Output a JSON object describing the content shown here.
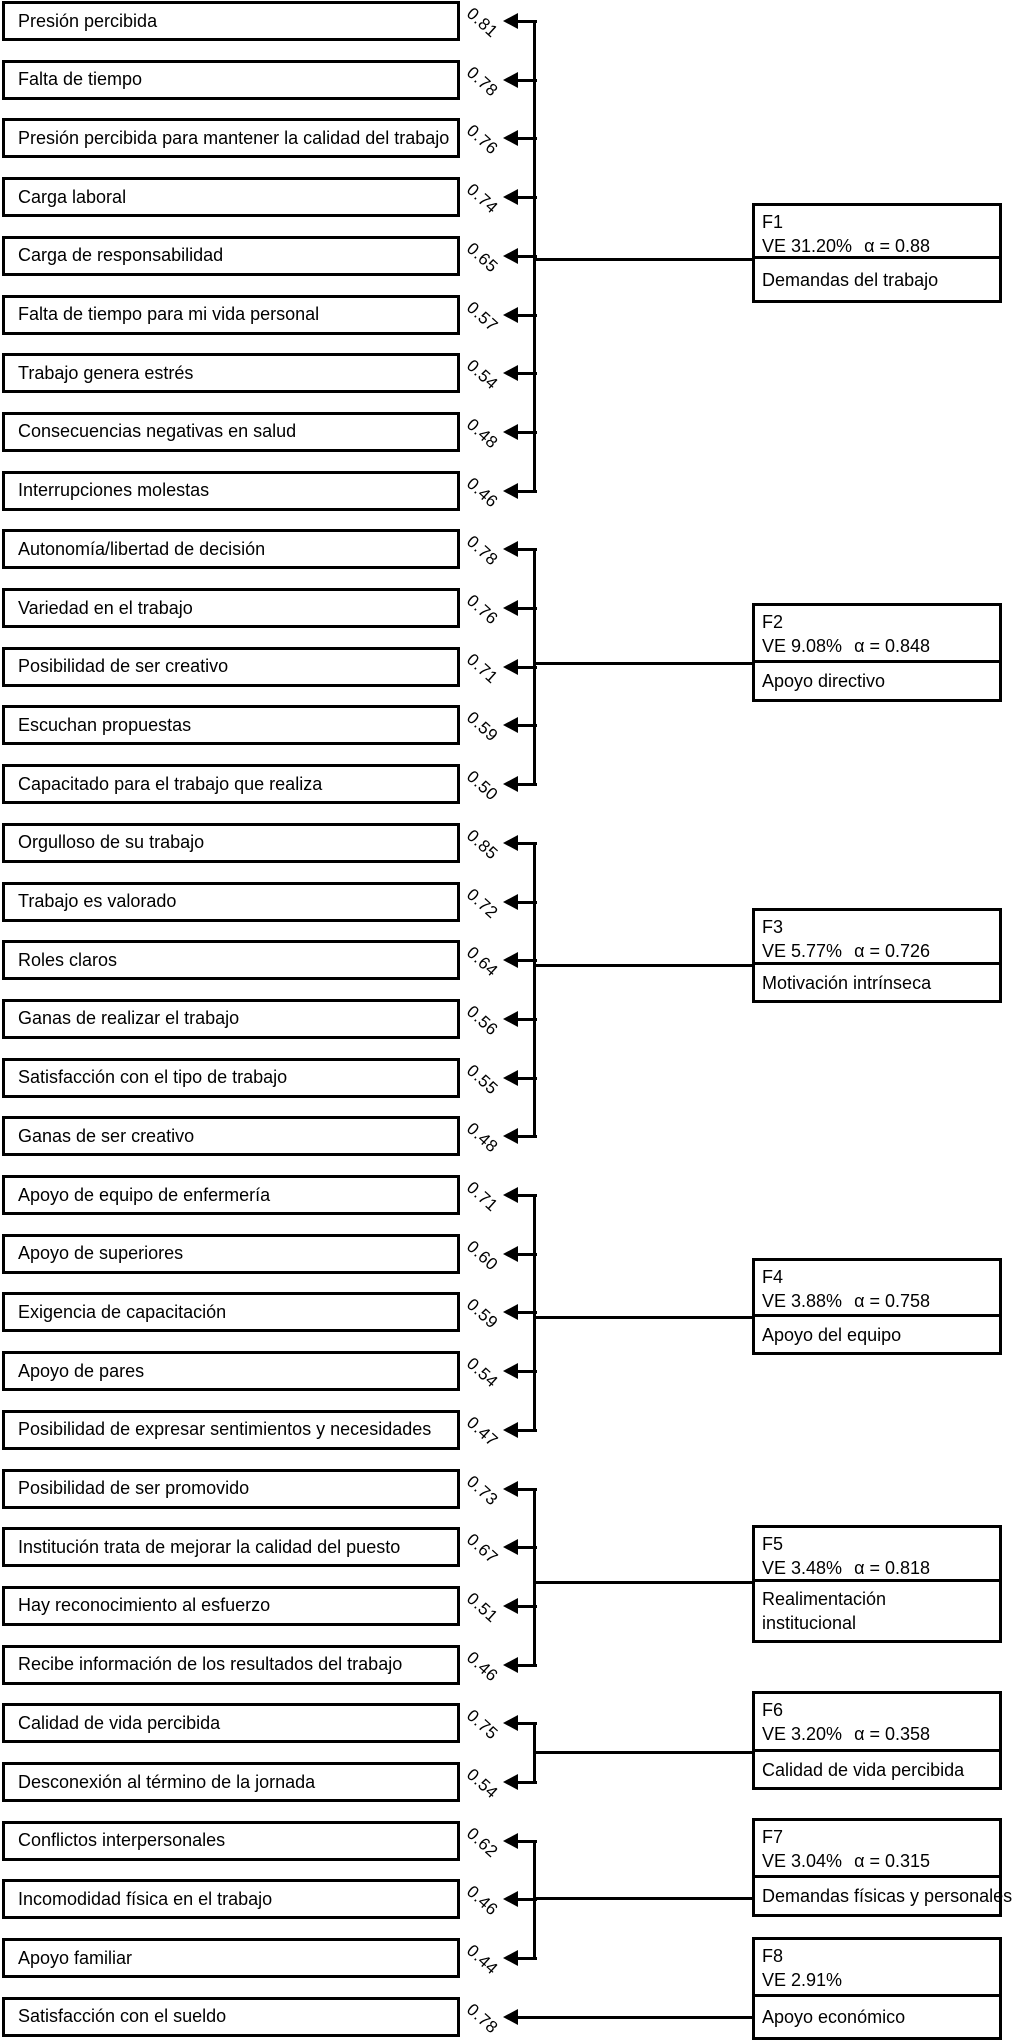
{
  "diagram": {
    "factors": [
      {
        "id": "F1",
        "ve_text": "VE 31.20%",
        "alpha_text": "α = 0.88",
        "name": "Demandas del trabajo",
        "items": [
          {
            "label": "Presión percibida",
            "loading": "0.81"
          },
          {
            "label": "Falta de tiempo",
            "loading": "0.78"
          },
          {
            "label": "Presión percibida para mantener la calidad del trabajo",
            "loading": "0.76"
          },
          {
            "label": "Carga laboral",
            "loading": "0.74"
          },
          {
            "label": "Carga de responsabilidad",
            "loading": "0.65"
          },
          {
            "label": "Falta de tiempo para mi vida personal",
            "loading": "0.57"
          },
          {
            "label": "Trabajo genera estrés",
            "loading": "0.54"
          },
          {
            "label": "Consecuencias negativas en salud",
            "loading": "0.48"
          },
          {
            "label": "Interrupciones molestas",
            "loading": "0.46"
          }
        ]
      },
      {
        "id": "F2",
        "ve_text": "VE 9.08%",
        "alpha_text": "α = 0.848",
        "name": "Apoyo directivo",
        "items": [
          {
            "label": "Autonomía/libertad de decisión",
            "loading": "0.78"
          },
          {
            "label": "Variedad en el trabajo",
            "loading": "0.76"
          },
          {
            "label": "Posibilidad de ser creativo",
            "loading": "0.71"
          },
          {
            "label": "Escuchan propuestas",
            "loading": "0.59"
          },
          {
            "label": "Capacitado para el trabajo que realiza",
            "loading": "0.50"
          }
        ]
      },
      {
        "id": "F3",
        "ve_text": "VE 5.77%",
        "alpha_text": "α = 0.726",
        "name": "Motivación intrínseca",
        "items": [
          {
            "label": "Orgulloso de su trabajo",
            "loading": "0.85"
          },
          {
            "label": "Trabajo es valorado",
            "loading": "0.72"
          },
          {
            "label": "Roles claros",
            "loading": "0.64"
          },
          {
            "label": "Ganas de realizar el trabajo",
            "loading": "0.56"
          },
          {
            "label": "Satisfacción con el tipo de trabajo",
            "loading": "0.55"
          },
          {
            "label": "Ganas de ser creativo",
            "loading": "0.48"
          }
        ]
      },
      {
        "id": "F4",
        "ve_text": "VE 3.88%",
        "alpha_text": "α = 0.758",
        "name": "Apoyo del equipo",
        "items": [
          {
            "label": "Apoyo de equipo de enfermería",
            "loading": "0.71"
          },
          {
            "label": "Apoyo de superiores",
            "loading": "0.60"
          },
          {
            "label": "Exigencia de capacitación",
            "loading": "0.59"
          },
          {
            "label": "Apoyo de pares",
            "loading": "0.54"
          },
          {
            "label": "Posibilidad de expresar sentimientos y necesidades",
            "loading": "0.47"
          }
        ]
      },
      {
        "id": "F5",
        "ve_text": "VE 3.48%",
        "alpha_text": "α = 0.818",
        "name": "Realimentación\ninstitucional",
        "items": [
          {
            "label": "Posibilidad de ser promovido",
            "loading": "0.73"
          },
          {
            "label": "Institución trata de mejorar la calidad del puesto",
            "loading": "0.67"
          },
          {
            "label": "Hay reconocimiento al esfuerzo",
            "loading": "0.51"
          },
          {
            "label": "Recibe información de los resultados del trabajo",
            "loading": "0.46"
          }
        ]
      },
      {
        "id": "F6",
        "ve_text": "VE 3.20%",
        "alpha_text": "α = 0.358",
        "name": "Calidad de vida percibida",
        "items": [
          {
            "label": "Calidad de vida percibida",
            "loading": "0.75"
          },
          {
            "label": "Desconexión al término de la jornada",
            "loading": "0.54"
          }
        ]
      },
      {
        "id": "F7",
        "ve_text": "VE 3.04%",
        "alpha_text": "α = 0.315",
        "name": "Demandas físicas y personales",
        "items": [
          {
            "label": "Conflictos interpersonales",
            "loading": "0.62"
          },
          {
            "label": "Incomodidad física en el trabajo",
            "loading": "0.46"
          }
        ]
      },
      {
        "id": "F8",
        "ve_text": "VE 2.91%",
        "alpha_text": "",
        "name": "Apoyo económico",
        "items": [
          {
            "label": "Apoyo familiar",
            "loading": "0.44"
          },
          {
            "label": "Satisfacción con el sueldo",
            "loading": "0.78"
          }
        ]
      }
    ]
  }
}
